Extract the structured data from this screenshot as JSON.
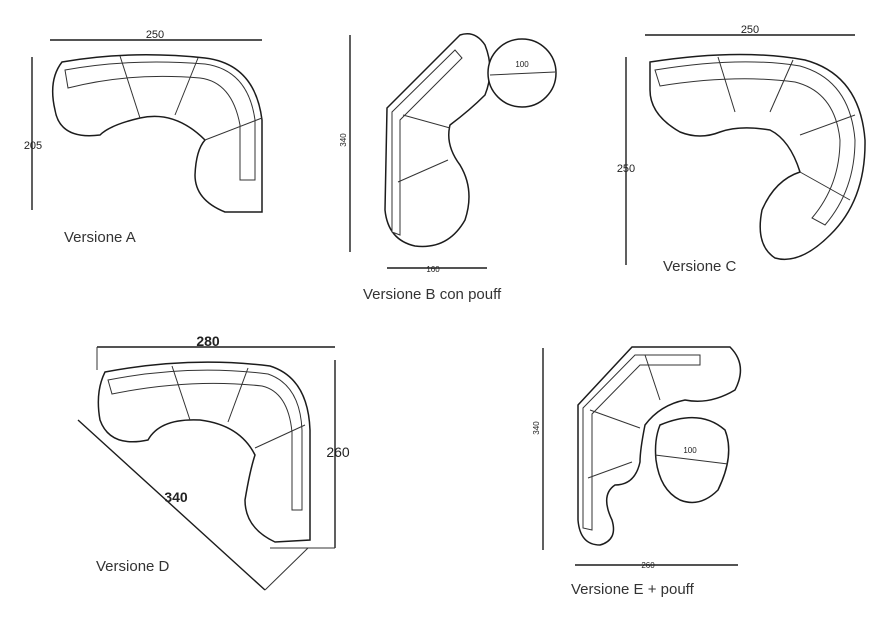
{
  "versions": [
    {
      "name": "Versione A",
      "dims": [
        "250",
        "205"
      ]
    },
    {
      "name": "Versione B con pouff",
      "dims": [
        "340",
        "160",
        "100"
      ]
    },
    {
      "name": "Versione C",
      "dims": [
        "250",
        "250"
      ]
    },
    {
      "name": "Versione D",
      "dims": [
        "280",
        "260",
        "340"
      ]
    },
    {
      "name": "Versione E + pouff",
      "dims": [
        "340",
        "260",
        "100"
      ]
    }
  ]
}
